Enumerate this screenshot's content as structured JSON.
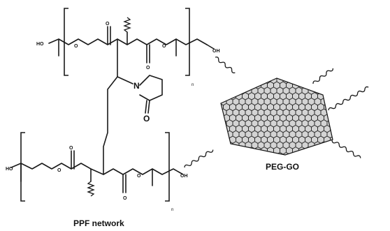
{
  "labels": {
    "ppf_network": "PPF network",
    "peg_go": "PEG-GO"
  },
  "atoms": {
    "oh": "HO",
    "oh_right": "OH",
    "oxygen": "O",
    "nitrogen": "N",
    "carbonyl_o": "O"
  },
  "subscripts": {
    "n": "n"
  },
  "colors": {
    "ink": "#1a1a1a",
    "sheet_fill": "#3a3a3a",
    "background": "#ffffff"
  }
}
